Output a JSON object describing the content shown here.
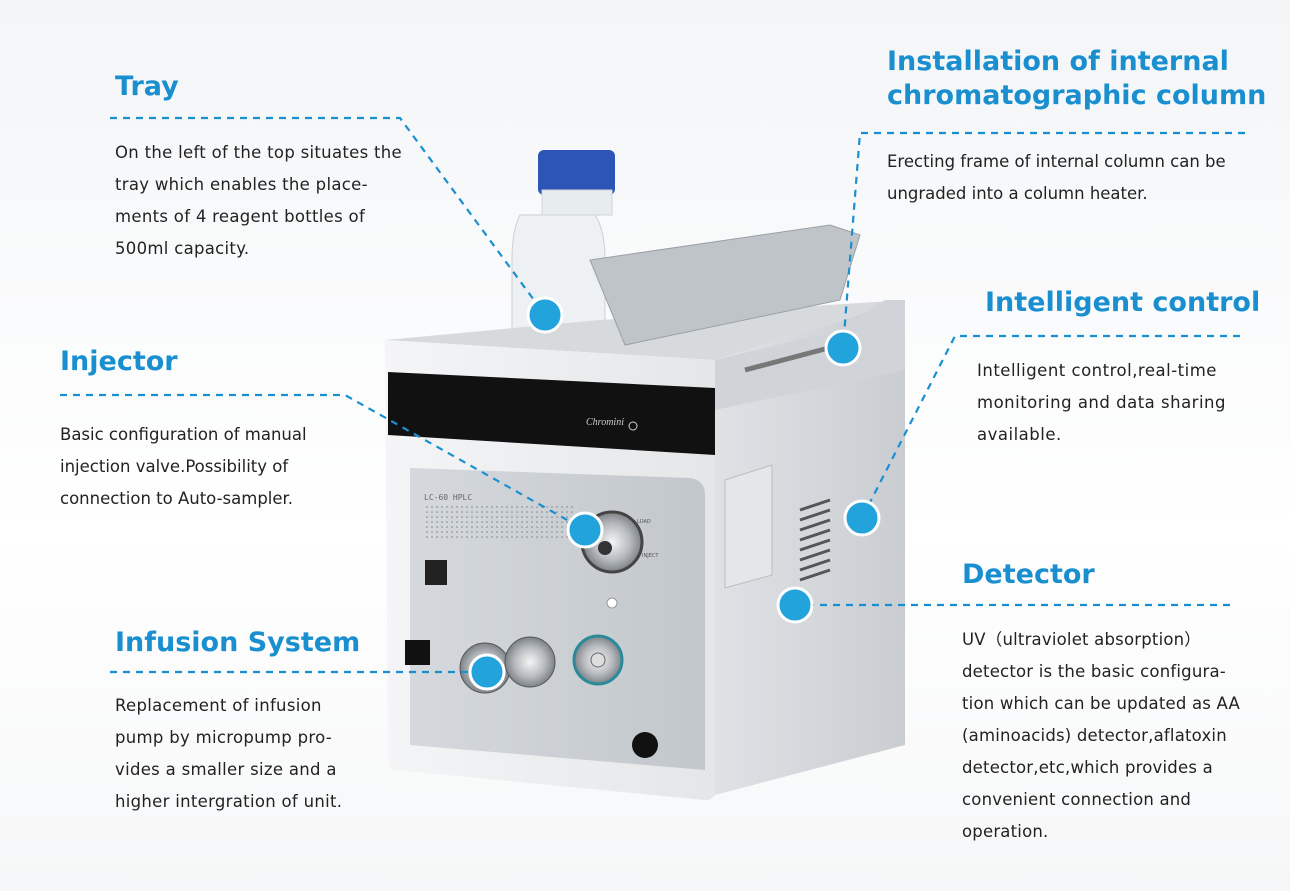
{
  "device": {
    "model_label": "LC-60 HPLC",
    "brand_label": "Chromini",
    "valve_labels": [
      "LOAD",
      "INJECT"
    ]
  },
  "accent_color": "#1a8fd0",
  "callouts": {
    "tray": {
      "title": "Tray",
      "text": "On the left of the top situates the\ntray which enables the place-\nments of 4 reagent bottles of\n500ml capacity."
    },
    "injector": {
      "title": "Injector",
      "text": "Basic configuration of manual\ninjection valve.Possibility of\nconnection to Auto-sampler."
    },
    "infusion": {
      "title": "Infusion System",
      "text": "Replacement of infusion\npump by micropump pro-\nvides a smaller size and a\nhigher intergration of unit."
    },
    "column": {
      "title": "Installation of internal\nchromatographic column",
      "text": "Erecting frame of internal column can be\nungraded into a column heater."
    },
    "control": {
      "title": "Intelligent control",
      "text": "Intelligent control,real-time\nmonitoring and data sharing\navailable."
    },
    "detector": {
      "title": "Detector",
      "text": "UV（ultraviolet absorption）\ndetector is the basic configura-\ntion which can be updated as AA\n(aminoacids) detector,aflatoxin\ndetector,etc,which provides a\nconvenient connection and\noperation."
    }
  }
}
